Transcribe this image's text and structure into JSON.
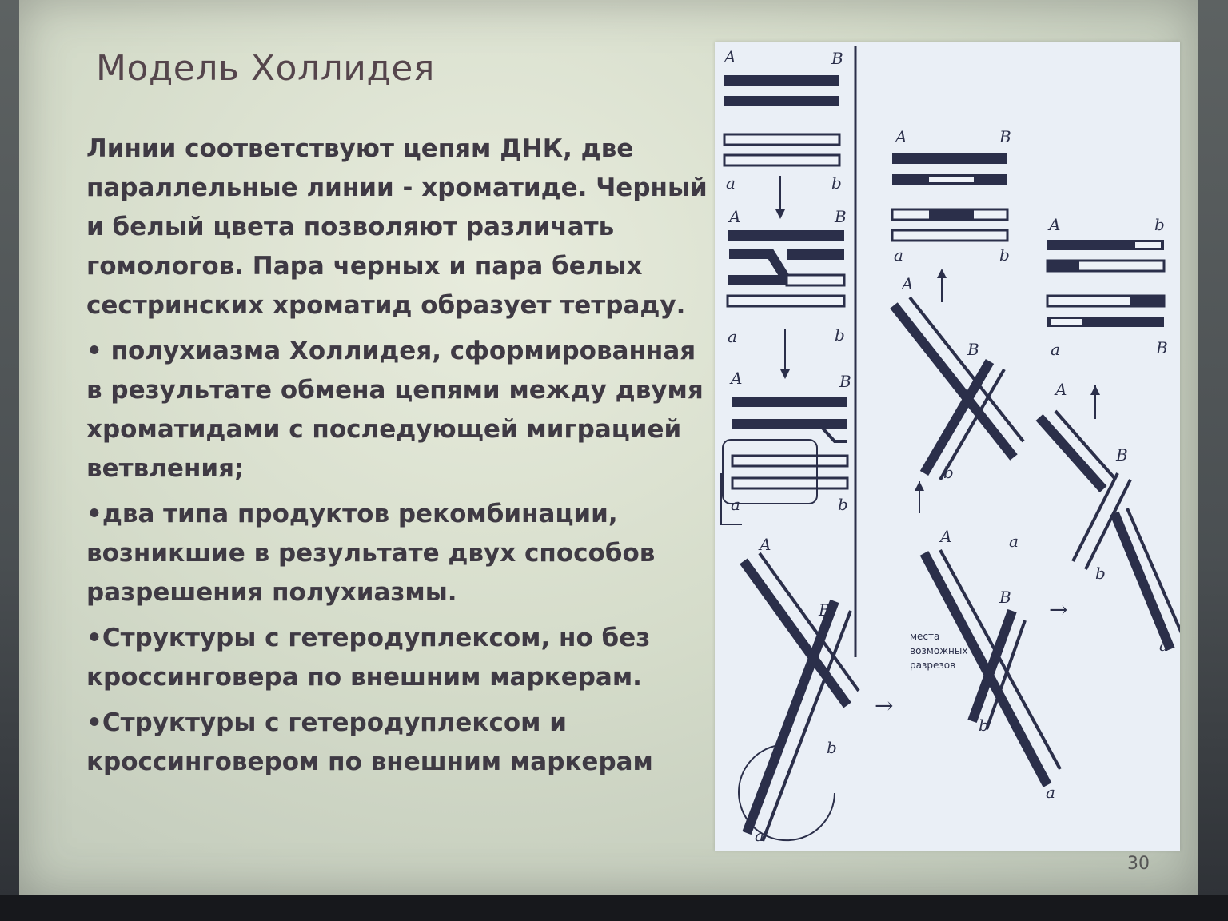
{
  "slide": {
    "title": "Модель Холлидея",
    "paragraphs": [
      "Линии соответствуют цепям ДНК, две параллельные линии - хроматиде. Черный и белый цвета позволяют различать гомологов. Пара черных и пара белых сестринских хроматид образует тетраду.",
      "• полухиазма Холлидея, сформированная в результате обмена цепями между двумя хроматидами с последующей миграцией ветвления;",
      "•два типа продуктов рекомбинации, возникшие в результате двух способов разрешения полухиазмы.",
      "•Структуры с гетеродуплексом, но без кроссинговера по внешним маркерам.",
      "•Структуры с гетеродуплексом и кроссинговером по внешним маркерам"
    ],
    "page_number": "30"
  },
  "figure": {
    "labels": {
      "A": "A",
      "B": "B",
      "a": "a",
      "b": "b",
      "arrow": "→",
      "up_arrow": "↑"
    },
    "cut_sites": [
      "места",
      "возможных",
      "разрезов"
    ]
  },
  "colors": {
    "strand_dark": "#2b2f4a",
    "strand_light": "#eef2f8",
    "figure_bg": "#eaeff6"
  }
}
